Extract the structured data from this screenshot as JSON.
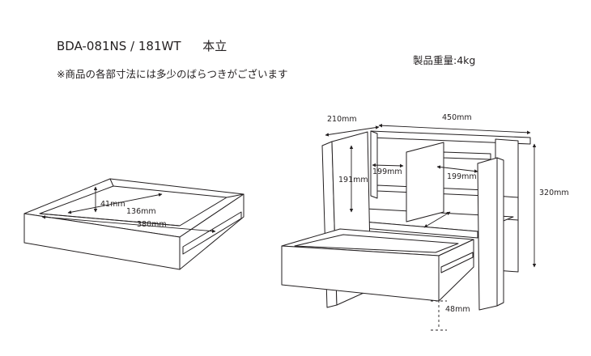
{
  "header": {
    "model_label": "BDA-081NS / 181WT",
    "type_label": "本立",
    "note": "※商品の各部寸法には多少のばらつきがございます",
    "weight": "製品重量:4kg"
  },
  "drawer_view": {
    "depth_label": "41mm",
    "inner_width_label": "136mm",
    "width_label": "380mm"
  },
  "shelf_view": {
    "depth_label": "210mm",
    "width_label": "450mm",
    "height_label": "320mm",
    "inner_height_label": "191mm",
    "left_compartment_label": "199mm",
    "right_compartment_label": "199mm",
    "drawer_height_label": "48mm"
  },
  "colors": {
    "line": "#231f20",
    "panel": "#ffffff"
  }
}
